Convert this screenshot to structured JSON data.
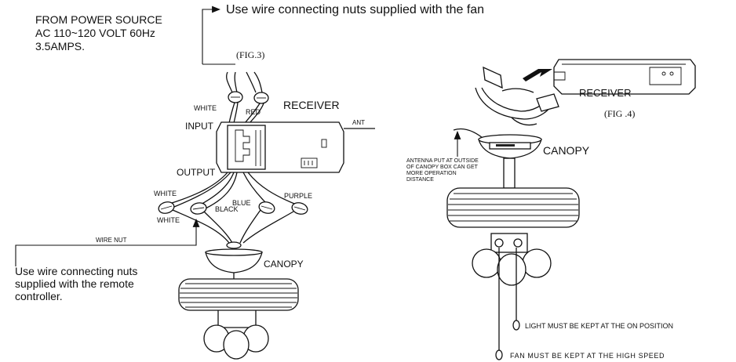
{
  "fig3": {
    "power_source": [
      "FROM POWER SOURCE",
      "AC 110~120 VOLT 60Hz",
      "3.5AMPS."
    ],
    "top_note": "Use wire connecting nuts supplied  with the fan",
    "caption": "(FIG.3)",
    "white_top": "WHITE",
    "red": "RED",
    "receiver": "RECEIVER",
    "input": "INPUT",
    "ant": "ANT",
    "output": "OUTPUT",
    "white_left_upper": "WHITE",
    "white_left_lower": "WHITE",
    "blue": "BLUE",
    "black": "BLACK",
    "purple": "PURPLE",
    "wire_nut": "WIRE NUT",
    "remote_note": [
      "Use wire connecting nuts",
      "supplied with the remote",
      "controller."
    ],
    "canopy": "CANOPY"
  },
  "fig4": {
    "receiver": "RECEIVER",
    "caption": "(FIG .4)",
    "canopy": "CANOPY",
    "antenna_note": [
      "ANTENNA PUT AT OUTSIDE",
      "OF CANOPY BOX CAN GET",
      "MORE OPERATION",
      "DISTANCE"
    ],
    "light_note": "LIGHT MUST BE  KEPT AT THE  ON POSITION",
    "fan_note": "FAN  MUST  BE  KEPT AT THE HIGH SPEED"
  }
}
